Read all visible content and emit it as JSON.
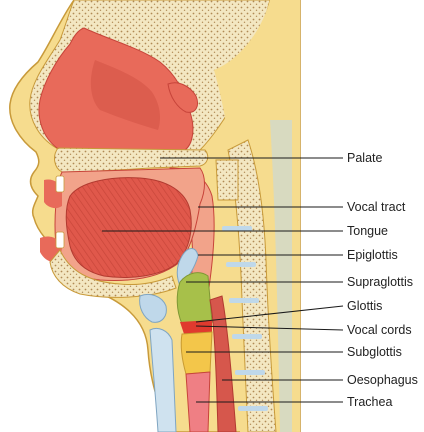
{
  "labels": [
    {
      "id": "palate",
      "text": "Palate"
    },
    {
      "id": "vocal-tract",
      "text": "Vocal tract"
    },
    {
      "id": "tongue",
      "text": "Tongue"
    },
    {
      "id": "epiglottis",
      "text": "Epiglottis"
    },
    {
      "id": "supraglottis",
      "text": "Supraglottis"
    },
    {
      "id": "glottis",
      "text": "Glottis"
    },
    {
      "id": "vocal-cords",
      "text": "Vocal cords"
    },
    {
      "id": "subglottis",
      "text": "Subglottis"
    },
    {
      "id": "oesophagus",
      "text": "Oesophagus"
    },
    {
      "id": "trachea",
      "text": "Trachea"
    }
  ],
  "colors": {
    "skin": "#f6dc8e",
    "skin_outline": "#c89a3a",
    "tissue": "#e86a5a",
    "tissue_dark": "#c7443a",
    "cavity": "#f2a38a",
    "bone": "#f3e7c2",
    "bone_dots": "#b08a55",
    "cartilage": "#bfd8ea",
    "supraglottis": "#a7c04a",
    "subglottis": "#f3c64a",
    "vocal_cords": "#e03a2e",
    "trachea": "#ef7f84",
    "leader": "#1a1a1a"
  }
}
